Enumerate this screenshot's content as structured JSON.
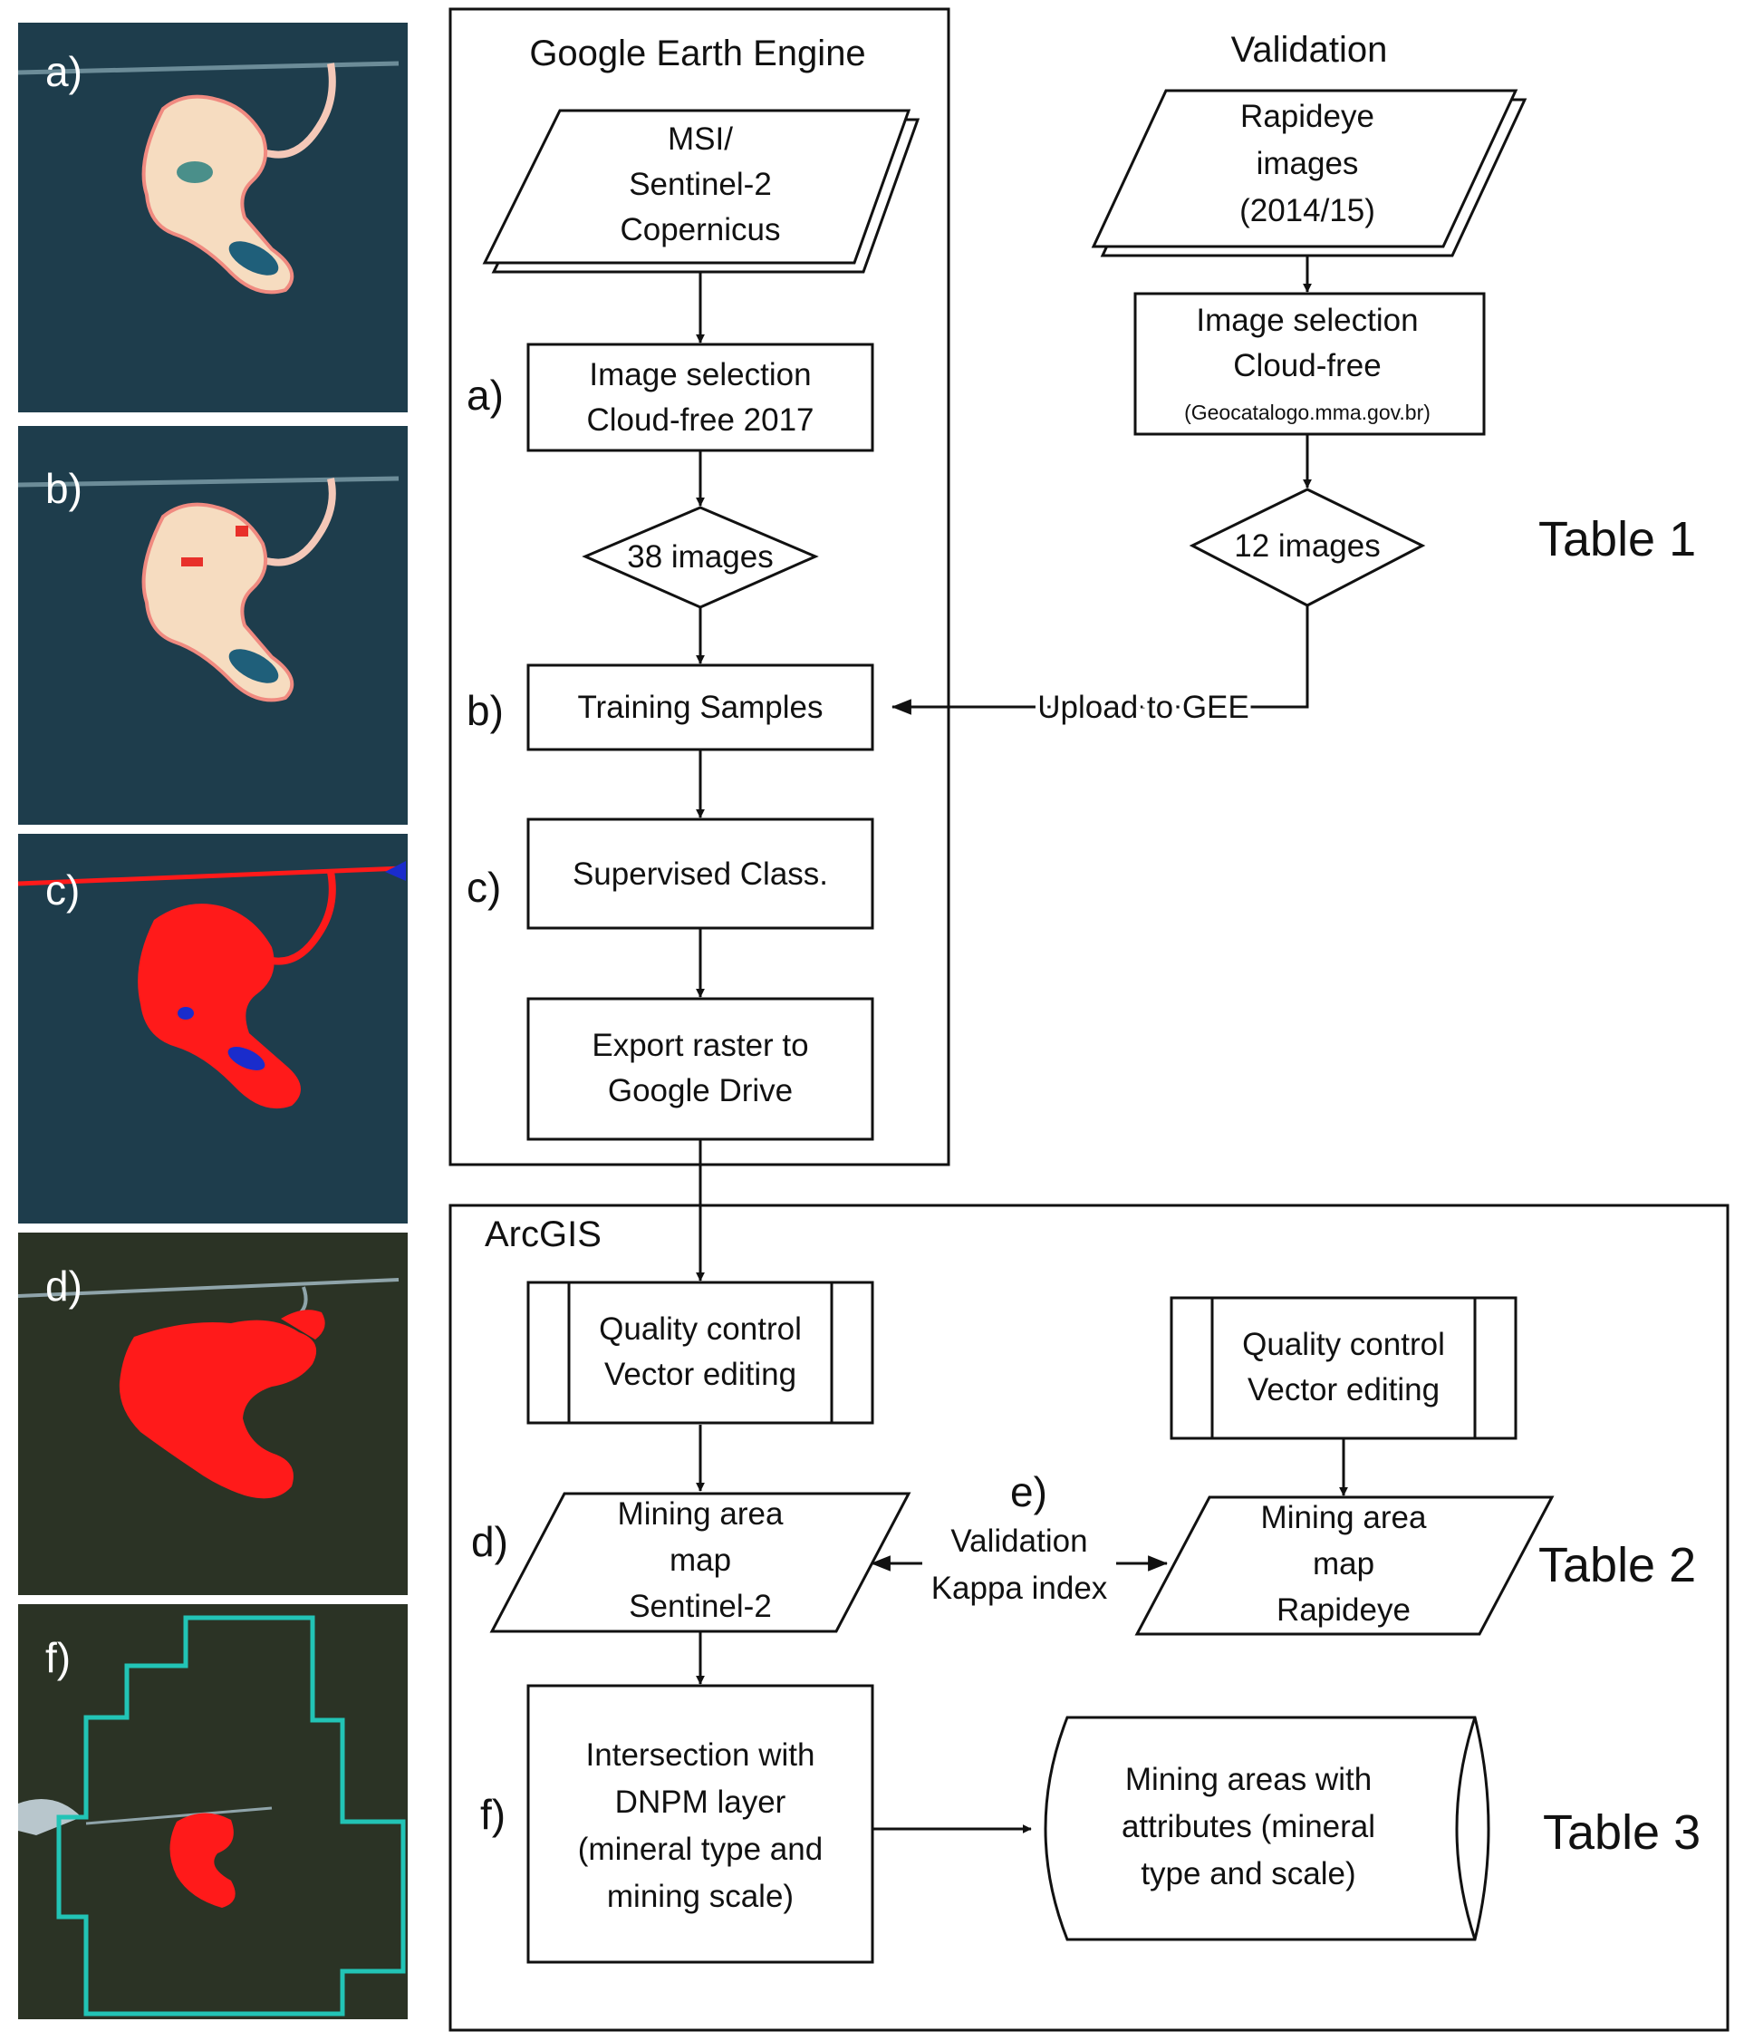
{
  "headers": {
    "gee": "Google Earth Engine",
    "validation": "Validation",
    "arcgis": "ArcGIS"
  },
  "panels": {
    "a": "a)",
    "b": "b)",
    "c": "c)",
    "d": "d)",
    "f": "f)"
  },
  "nodes": {
    "msi": [
      "MSI/",
      "Sentinel-2",
      "Copernicus"
    ],
    "rapideye": [
      "Rapideye",
      "images",
      "(2014/15)"
    ],
    "img_sel_gee": [
      "Image selection",
      "Cloud-free 2017"
    ],
    "img_sel_val": [
      "Image selection",
      "Cloud-free"
    ],
    "img_sel_val_small": "(Geocatalogo.mma.gov.br)",
    "images_38": "38 images",
    "images_12": "12 images",
    "training": "Training Samples",
    "supervised": "Supervised Class.",
    "export": [
      "Export raster to",
      "Google Drive"
    ],
    "qc_left": [
      "Quality control",
      "Vector editing"
    ],
    "qc_right": [
      "Quality control",
      "Vector editing"
    ],
    "map_s2": [
      "Mining area",
      "map",
      "Sentinel-2"
    ],
    "map_re": [
      "Mining area",
      "map",
      "Rapideye"
    ],
    "intersection": [
      "Intersection with",
      "DNPM layer",
      "(mineral type and",
      "mining scale)"
    ],
    "mining_areas": [
      "Mining areas with",
      "attributes (mineral",
      "type and scale)"
    ]
  },
  "step_labels": {
    "a": "a)",
    "b": "b)",
    "c": "c)",
    "d": "d)",
    "e": "e)",
    "f": "f)"
  },
  "edge_labels": {
    "upload": "Upload to GEE",
    "validation": [
      "Validation",
      "Kappa index"
    ]
  },
  "tables": {
    "t1": "Table 1",
    "t2": "Table 2",
    "t3": "Table 3"
  },
  "colors": {
    "satellite_blue": "#1e3d4c",
    "satellite_dark": "#2b3325",
    "mining_red": "#ff1a1a",
    "mine_sand": "#f6dcc0",
    "water_blue": "#1f5f7a",
    "boundary_cyan": "#22c4b6"
  }
}
